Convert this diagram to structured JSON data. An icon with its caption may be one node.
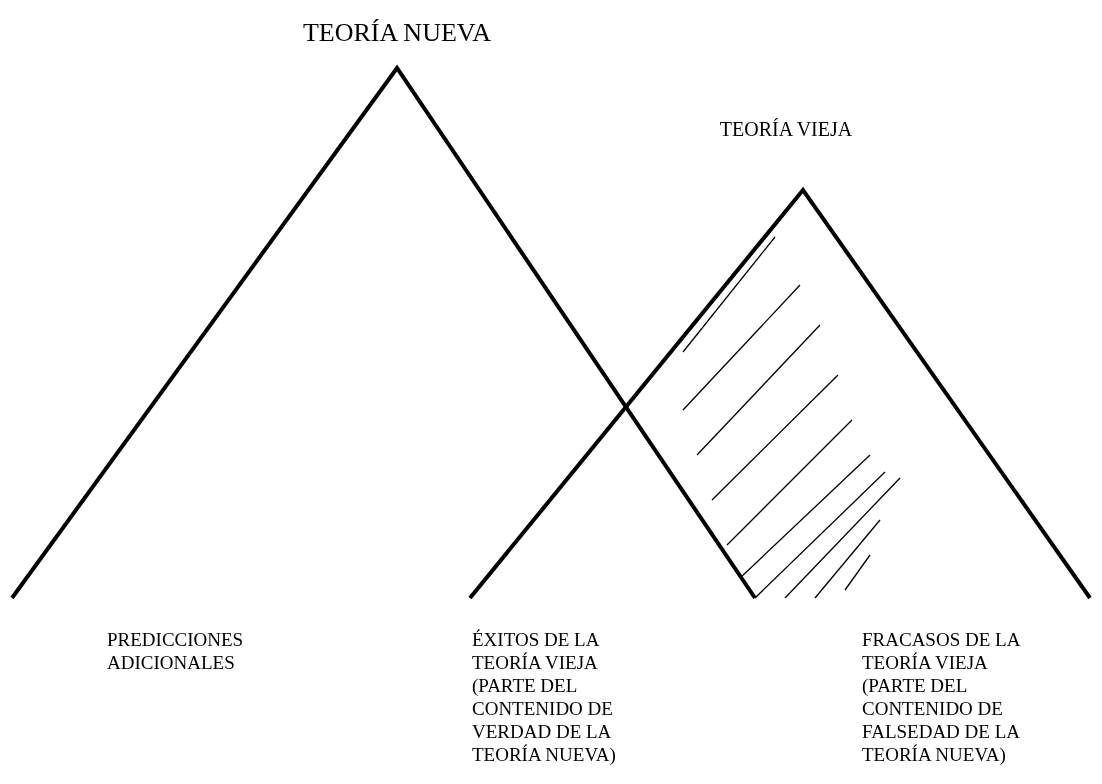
{
  "diagram": {
    "nodes": [
      {
        "text": [
          "TEORÍA NUEVA"
        ]
      },
      {
        "text": [
          "TEORÍA VIEJA"
        ]
      }
    ],
    "labels": [
      "PREDICCIONES ADICIONALES",
      "ÉXITOS DE LA TEORÍA VIEJA (PARTE DEL CONTENIDO DE VERDAD DE LA TEORÍA NUEVA)",
      "FRACASOS DE LA TEORÍA VIEJA (PARTE DEL CONTENIDO DE FALSEDAD DE LA TEORÍA NUEVA)"
    ]
  }
}
